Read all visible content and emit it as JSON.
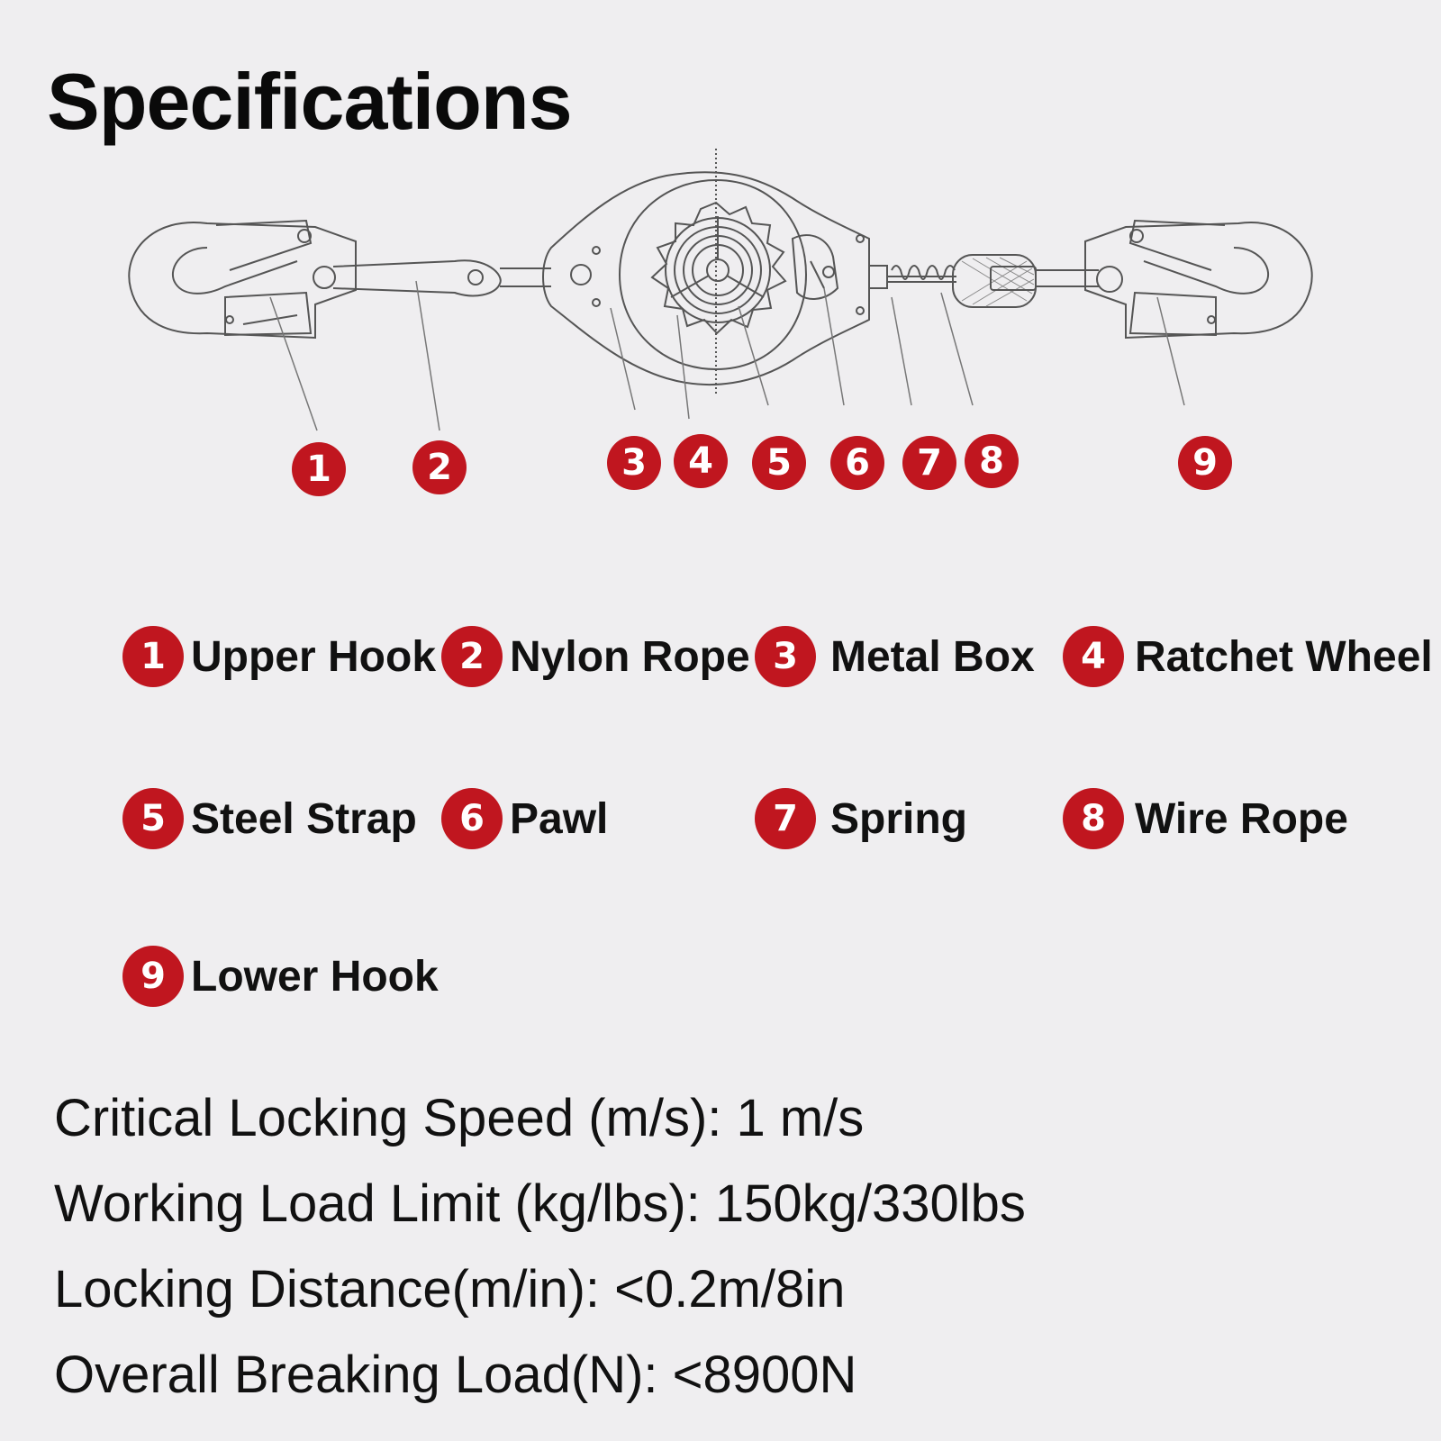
{
  "title": "Specifications",
  "callouts": [
    "1",
    "2",
    "3",
    "4",
    "5",
    "6",
    "7",
    "8",
    "9"
  ],
  "legend": [
    {
      "num": "1",
      "label": "Upper Hook"
    },
    {
      "num": "2",
      "label": "Nylon Rope"
    },
    {
      "num": "3",
      "label": "Metal Box"
    },
    {
      "num": "4",
      "label": "Ratchet Wheel"
    },
    {
      "num": "5",
      "label": "Steel Strap"
    },
    {
      "num": "6",
      "label": "Pawl"
    },
    {
      "num": "7",
      "label": "Spring"
    },
    {
      "num": "8",
      "label": "Wire Rope"
    },
    {
      "num": "9",
      "label": "Lower Hook"
    }
  ],
  "specs": [
    "Critical Locking Speed (m/s):  1 m/s",
    "Working Load Limit (kg/lbs):  150kg/330lbs",
    "Locking Distance(m/in):  <0.2m/8in",
    "Overall Breaking Load(N):  <8900N"
  ],
  "colors": {
    "badge": "#c0161f",
    "background": "#efeef0",
    "line": "#666666"
  }
}
